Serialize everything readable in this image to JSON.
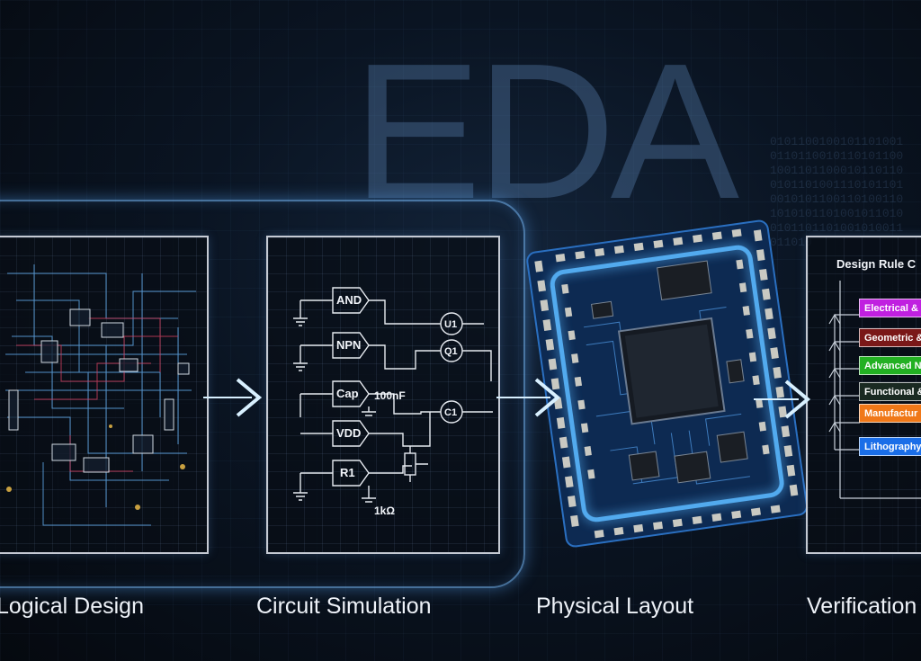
{
  "watermark": "EDA",
  "stages": [
    {
      "label": "Logical Design"
    },
    {
      "label": "Circuit Simulation"
    },
    {
      "label": "Physical Layout"
    },
    {
      "label": "Verification"
    }
  ],
  "simulation": {
    "gates": [
      "AND",
      "NPN",
      "Cap",
      "VDD",
      "R1"
    ],
    "nodes": [
      "U1",
      "Q1",
      "C1"
    ],
    "values": [
      "100nF",
      "1kΩ"
    ]
  },
  "verification": {
    "title": "Design Rule C",
    "rules": [
      {
        "label": "Electrical &",
        "color": "#c020e0"
      },
      {
        "label": "Geometric &",
        "color": "#7a1818"
      },
      {
        "label": "Advanced N",
        "color": "#22b022"
      },
      {
        "label": "Functional &",
        "color": "#1a2a22"
      },
      {
        "label": "Manufactur",
        "color": "#f07818"
      },
      {
        "label": "Lithography",
        "color": "#1a6ee8"
      }
    ]
  },
  "binary_text": "0101100100101101001011011001011010110010011011000101101100101101001110101101001010110011010011010101011010010110100101101101001010011011010"
}
